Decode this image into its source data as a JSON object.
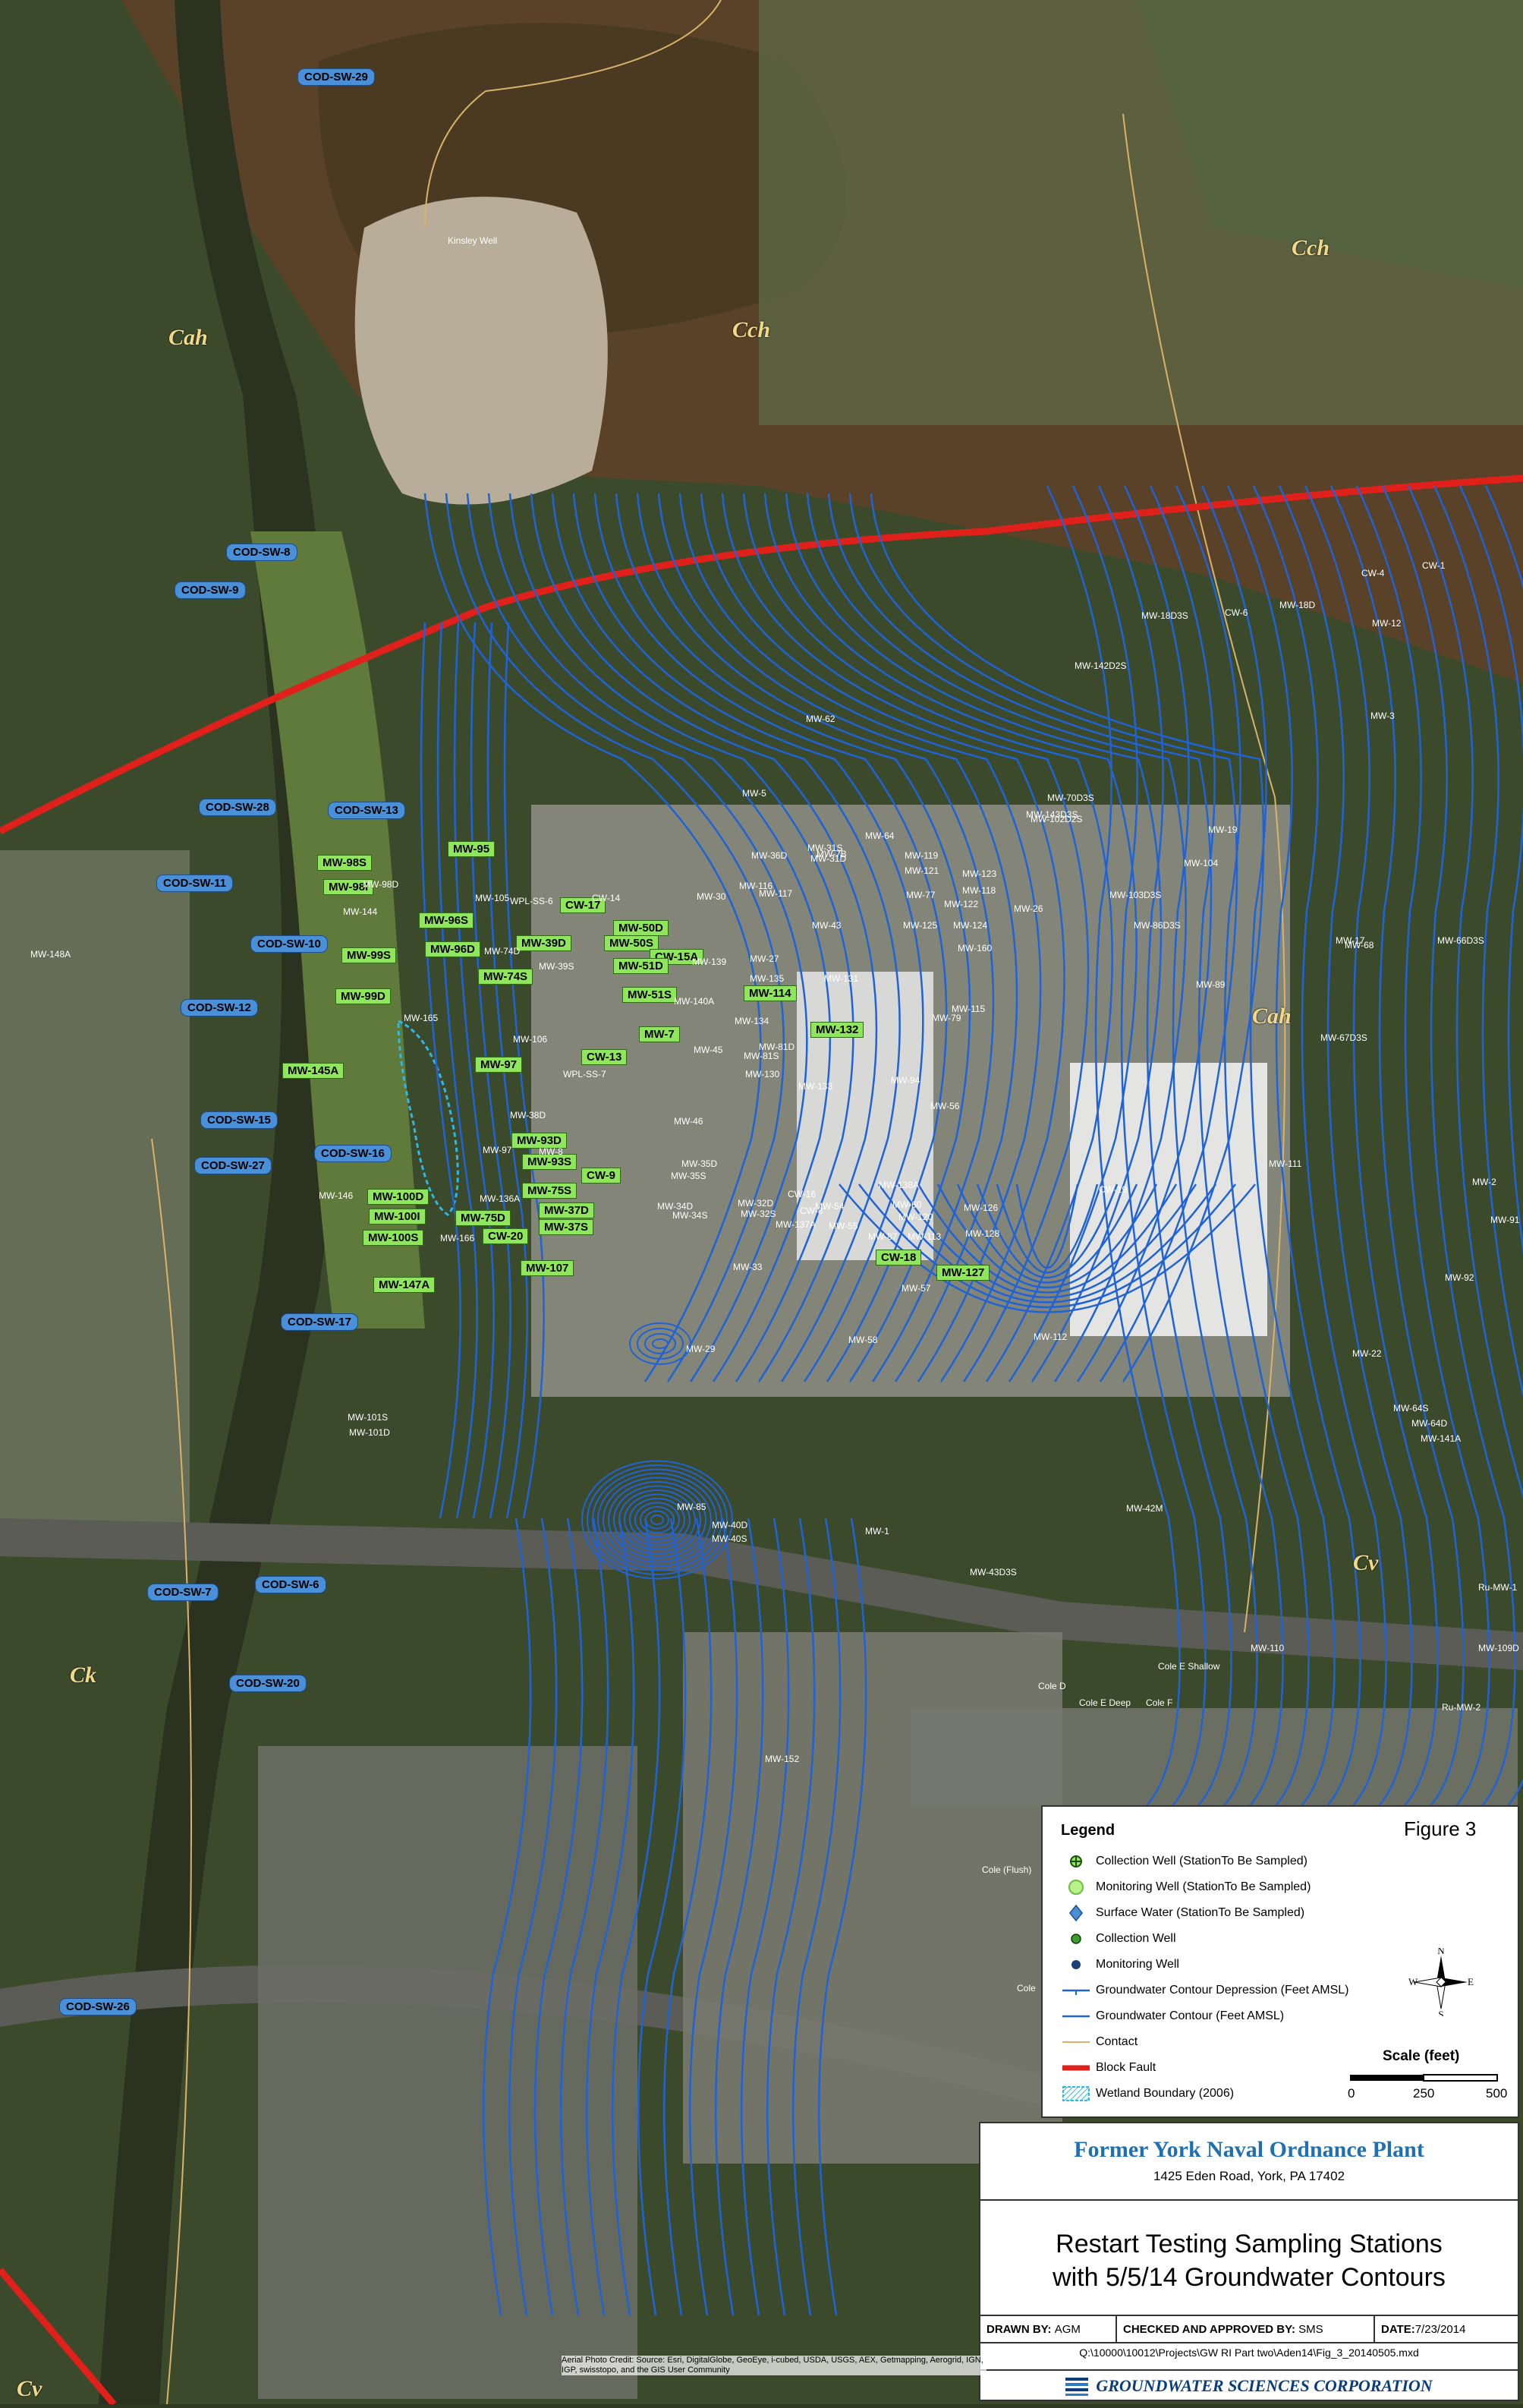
{
  "surface_water_stations": [
    {
      "label": "COD-SW-29"
    },
    {
      "label": "COD-SW-8"
    },
    {
      "label": "COD-SW-9"
    },
    {
      "label": "COD-SW-28"
    },
    {
      "label": "COD-SW-13"
    },
    {
      "label": "COD-SW-11"
    },
    {
      "label": "COD-SW-10"
    },
    {
      "label": "COD-SW-12"
    },
    {
      "label": "COD-SW-15"
    },
    {
      "label": "COD-SW-27"
    },
    {
      "label": "COD-SW-16"
    },
    {
      "label": "COD-SW-17"
    },
    {
      "label": "COD-SW-7"
    },
    {
      "label": "COD-SW-6"
    },
    {
      "label": "COD-SW-20"
    },
    {
      "label": "COD-SW-26"
    }
  ],
  "sampled_wells": [
    {
      "label": "MW-98S"
    },
    {
      "label": "MW-98I"
    },
    {
      "label": "MW-95"
    },
    {
      "label": "CW-17"
    },
    {
      "label": "MW-96S"
    },
    {
      "label": "MW-96D"
    },
    {
      "label": "MW-39D"
    },
    {
      "label": "MW-50D"
    },
    {
      "label": "MW-50S"
    },
    {
      "label": "MW-74S"
    },
    {
      "label": "CW-15A"
    },
    {
      "label": "MW-51D"
    },
    {
      "label": "MW-99S"
    },
    {
      "label": "MW-99D"
    },
    {
      "label": "MW-51S"
    },
    {
      "label": "MW-114"
    },
    {
      "label": "MW-7"
    },
    {
      "label": "MW-132"
    },
    {
      "label": "CW-13"
    },
    {
      "label": "MW-145A"
    },
    {
      "label": "MW-97"
    },
    {
      "label": "MW-93D"
    },
    {
      "label": "MW-93S"
    },
    {
      "label": "CW-9"
    },
    {
      "label": "MW-75S"
    },
    {
      "label": "MW-100D"
    },
    {
      "label": "MW-37D"
    },
    {
      "label": "MW-100I"
    },
    {
      "label": "MW-75D"
    },
    {
      "label": "MW-37S"
    },
    {
      "label": "MW-100S"
    },
    {
      "label": "CW-20"
    },
    {
      "label": "CW-18"
    },
    {
      "label": "MW-127"
    },
    {
      "label": "MW-107"
    },
    {
      "label": "MW-147A"
    }
  ],
  "well_labels": [
    "Kinsley Well",
    "MW-98D",
    "MW-105",
    "WPL-SS-6",
    "CW-14",
    "MW-144",
    "MW-148A",
    "MW-74D",
    "MW-39S",
    "MW-106",
    "MW-165",
    "WPL-SS-7",
    "MW-38D",
    "MW-97",
    "MW-8",
    "MW-136A",
    "MW-146",
    "MW-166",
    "MW-101S",
    "MW-101D",
    "MW-62",
    "MW-5",
    "MW-36D",
    "MW-7B",
    "MW-31S",
    "MW-31D",
    "MW-64",
    "MW-30",
    "MW-116",
    "MW-117",
    "MW-43",
    "MW-139",
    "MW-27",
    "MW-135",
    "MW-131",
    "MW-134",
    "MW-140A",
    "MW-81D",
    "MW-81S",
    "MW-45",
    "MW-130",
    "MW-133",
    "MW-46",
    "MW-35D",
    "MW-35S",
    "MW-34D",
    "MW-34S",
    "MW-32D",
    "MW-32S",
    "CW-16",
    "MW-54",
    "MW-55",
    "MW-137A",
    "MW-33",
    "CW-8",
    "MW-138A",
    "MW-60",
    "MW-120",
    "MW-87",
    "MW-113",
    "MW-57",
    "MW-58",
    "MW-29",
    "MW-85",
    "MW-40D",
    "MW-40S",
    "MW-1",
    "MW-152",
    "MW-119",
    "MW-121",
    "MW-123",
    "MW-118",
    "MW-77",
    "MW-122",
    "MW-125",
    "MW-124",
    "MW-26",
    "MW-160",
    "MW-115",
    "MW-79",
    "MW-94",
    "MW-56",
    "MW-126",
    "MW-128",
    "MW-112",
    "CW-19",
    "MW-42M",
    "MW-43D3S",
    "MW-143D3S",
    "MW-142D2S",
    "MW-102D2S",
    "MW-70D3S",
    "MW-103D3S",
    "MW-86D3S",
    "MW-19",
    "MW-104",
    "MW-89",
    "MW-17",
    "MW-68",
    "MW-67D3S",
    "MW-66D3S",
    "MW-111",
    "MW-2",
    "MW-91",
    "MW-92",
    "MW-22",
    "MW-64S",
    "MW-64D",
    "MW-141A",
    "MW-18D3S",
    "CW-6",
    "MW-18D",
    "MW-12",
    "MW-3",
    "CW-4",
    "CW-1",
    "MW-110",
    "MW-109D",
    "Ru-MW-2",
    "Ru-MW-1",
    "Cole E Shallow",
    "Cole D",
    "Cole E Deep",
    "Cole F",
    "Cole (Flush)",
    "Cole"
  ],
  "geology_labels": [
    "Cah",
    "Cch",
    "Cch",
    "Cah",
    "Ck",
    "Cv",
    "Cv"
  ],
  "legend": {
    "title": "Legend",
    "figure": "Figure 3",
    "items": [
      "Collection Well (StationTo Be Sampled)",
      "Monitoring Well (StationTo Be Sampled)",
      "Surface Water (StationTo Be Sampled)",
      "Collection Well",
      "Monitoring Well",
      "Groundwater Contour Depression (Feet AMSL)",
      "Groundwater Contour (Feet AMSL)",
      "Contact",
      "Block Fault",
      "Wetland Boundary (2006)"
    ],
    "scale_title": "Scale (feet)",
    "scale_ticks": [
      "0",
      "250",
      "500"
    ],
    "compass": {
      "n": "N",
      "s": "S",
      "e": "E",
      "w": "W"
    }
  },
  "title_block": {
    "organization": "Former York Naval Ordnance Plant",
    "address": "1425 Eden Road, York, PA  17402",
    "title_line1": "Restart Testing Sampling Stations",
    "title_line2": "with 5/5/14 Groundwater Contours",
    "drawn_by_label": "DRAWN BY:",
    "drawn_by": "AGM",
    "checked_label": "CHECKED AND APPROVED BY:",
    "checked_by": "SMS",
    "date_label": "DATE:",
    "date": "7/23/2014",
    "file_path": "Q:\\10000\\10012\\Projects\\GW RI Part two\\Aden14\\Fig_3_20140505.mxd",
    "company": "GROUNDWATER SCIENCES CORPORATION"
  },
  "aerial_credit": "Aerial Photo Credit: Source: Esri, DigitalGlobe, GeoEye, i-cubed, USDA, USGS, AEX, Getmapping, Aerogrid, IGN, IGP, swisstopo, and the GIS User Community",
  "colors": {
    "surface_water": "#4a90d9",
    "sampled_well": "#8ee65a",
    "contour": "#1f63d6",
    "block_fault": "#e0201b",
    "contact": "#d9b36a",
    "wetland": "#2fb7e6"
  }
}
